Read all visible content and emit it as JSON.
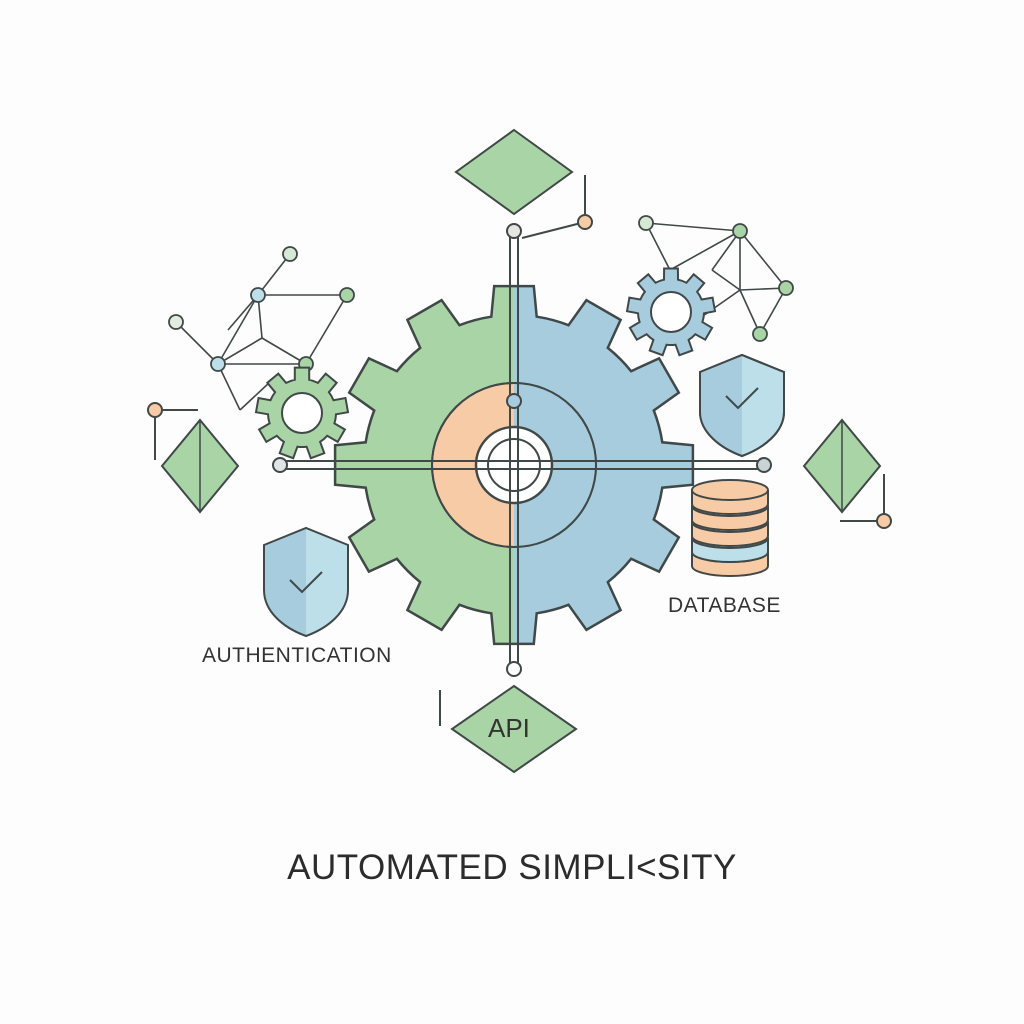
{
  "labels": {
    "authentication": "AUTHENTICATION",
    "database": "DATABASE",
    "api": "API"
  },
  "title": "AUTOMATED SIMPLI<SITY",
  "icons": {
    "main": "main-gear-icon",
    "small_left": "small-gear-icon",
    "small_right": "small-gear-icon",
    "shield": "shield-check-icon",
    "database": "database-icon",
    "diamond": "diamond-icon",
    "network": "network-graph-icon"
  },
  "colors": {
    "green": "#a9d4a6",
    "blue": "#a6ccde",
    "peach": "#f7cba6",
    "light_blue": "#bcdfea",
    "outline": "#404848"
  }
}
